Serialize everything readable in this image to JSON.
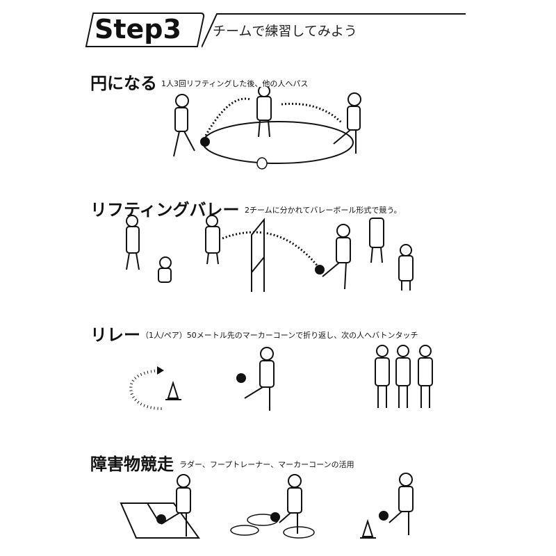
{
  "header": {
    "step_label": "Step3",
    "subtitle": "チームで練習してみよう"
  },
  "sections": [
    {
      "title": "円になる",
      "note": "1人3回リフティングした後、他の人へパス"
    },
    {
      "title": "リフティングバレー",
      "note": "2チームに分かれてバレーボール形式で競う。"
    },
    {
      "title": "リレー",
      "note": "（1人/ペア）50メートル先のマーカーコーンで折り返し、次の人へバトンタッチ"
    },
    {
      "title": "障害物競走",
      "note": "ラダー、フープトレーナー、マーカーコーンの活用"
    }
  ]
}
